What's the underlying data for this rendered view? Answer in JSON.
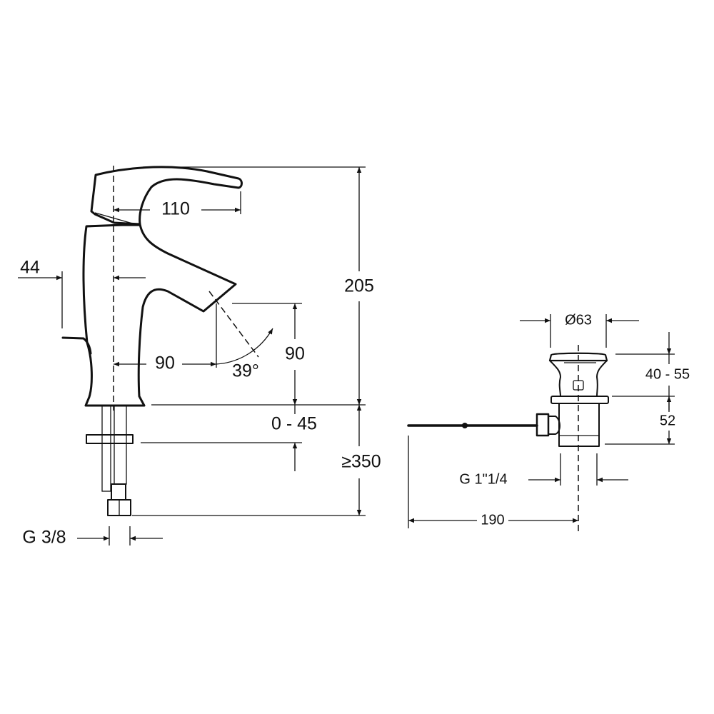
{
  "drawing": {
    "stroke_color": "#111111",
    "background": "#ffffff",
    "faucet": {
      "dimensions": {
        "spout_reach": "110",
        "lever_offset": "44",
        "total_height": "205",
        "outlet_reach": "90",
        "outlet_height": "90",
        "swivel_angle": "39°",
        "deck_thickness": "0 - 45",
        "hose_length": "≥350",
        "connection_thread": "G 3/8"
      }
    },
    "waste": {
      "dimensions": {
        "flange_diameter": "Ø63",
        "plug_height": "40 - 55",
        "body_height": "52",
        "outlet_thread": "G 1\"1/4",
        "rod_length": "190"
      }
    }
  }
}
